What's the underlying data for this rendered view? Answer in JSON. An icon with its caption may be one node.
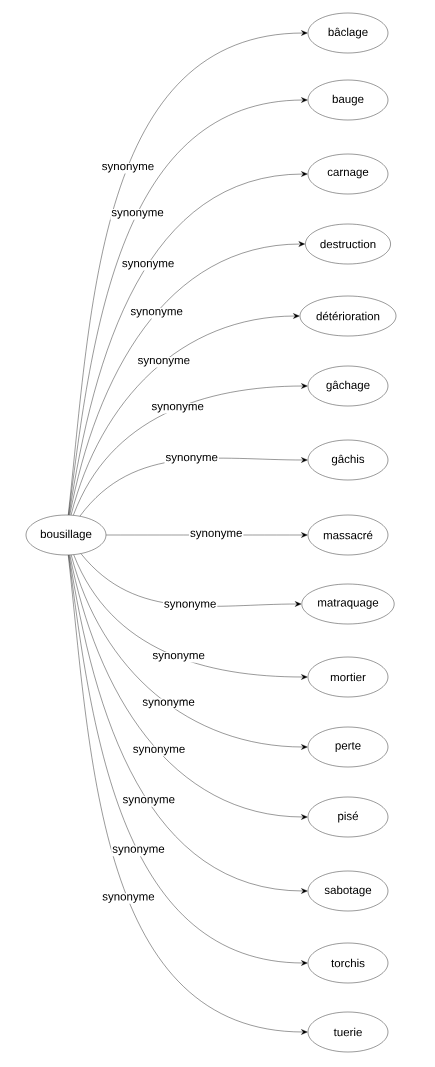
{
  "diagram": {
    "nodes": [
      {
        "text": [
          "bousillage"
        ]
      },
      {
        "text": [
          "bâclage"
        ]
      },
      {
        "text": [
          "bauge"
        ]
      },
      {
        "text": [
          "carnage"
        ]
      },
      {
        "text": [
          "destruction"
        ]
      },
      {
        "text": [
          "détérioration"
        ]
      },
      {
        "text": [
          "gâchage"
        ]
      },
      {
        "text": [
          "gâchis"
        ]
      },
      {
        "text": [
          "massacré"
        ]
      },
      {
        "text": [
          "matraquage"
        ]
      },
      {
        "text": [
          "mortier"
        ]
      },
      {
        "text": [
          "perte"
        ]
      },
      {
        "text": [
          "pisé"
        ]
      },
      {
        "text": [
          "sabotage"
        ]
      },
      {
        "text": [
          "torchis"
        ]
      },
      {
        "text": [
          "tuerie"
        ]
      }
    ],
    "edges": [
      {
        "from": 0,
        "to": 1,
        "arrow": "to",
        "label": "synonyme"
      },
      {
        "from": 0,
        "to": 2,
        "arrow": "to",
        "label": "synonyme"
      },
      {
        "from": 0,
        "to": 3,
        "arrow": "to",
        "label": "synonyme"
      },
      {
        "from": 0,
        "to": 4,
        "arrow": "to",
        "label": "synonyme"
      },
      {
        "from": 0,
        "to": 5,
        "arrow": "to",
        "label": "synonyme"
      },
      {
        "from": 0,
        "to": 6,
        "arrow": "to",
        "label": "synonyme"
      },
      {
        "from": 0,
        "to": 7,
        "arrow": "to",
        "label": "synonyme"
      },
      {
        "from": 0,
        "to": 8,
        "arrow": "to",
        "label": "synonyme"
      },
      {
        "from": 0,
        "to": 9,
        "arrow": "to",
        "label": "synonyme"
      },
      {
        "from": 0,
        "to": 10,
        "arrow": "to",
        "label": "synonyme"
      },
      {
        "from": 0,
        "to": 11,
        "arrow": "to",
        "label": "synonyme"
      },
      {
        "from": 0,
        "to": 12,
        "arrow": "to",
        "label": "synonyme"
      },
      {
        "from": 0,
        "to": 13,
        "arrow": "to",
        "label": "synonyme"
      },
      {
        "from": 0,
        "to": 14,
        "arrow": "to",
        "label": "synonyme"
      },
      {
        "from": 0,
        "to": 15,
        "arrow": "to",
        "label": "synonyme"
      }
    ]
  }
}
